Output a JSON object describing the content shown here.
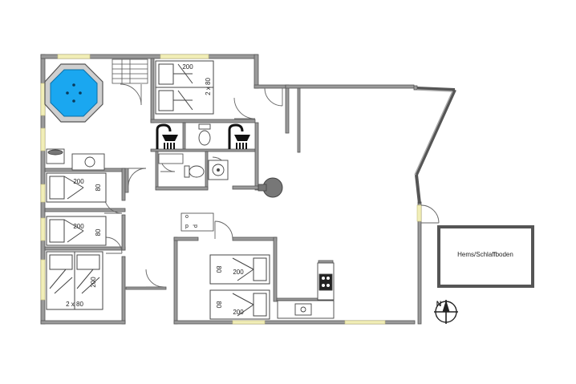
{
  "floorplan": {
    "loft_label": "Hems/Schlaffboden",
    "bed_labels": {
      "top_bed_length": "200",
      "top_bed_width": "2 x 80",
      "left_bed1_length": "200",
      "left_bed1_width": "80",
      "left_bed2_length": "200",
      "left_bed2_width": "80",
      "bottom_bed_length": "200",
      "bottom_bed_width": "2 x 80",
      "center_bed1_width": "80",
      "center_bed1_length": "200",
      "center_bed2_width": "80",
      "center_bed2_length": "200"
    },
    "appliance_labels": {
      "o": "o",
      "p": "p",
      "d": "d"
    },
    "compass_label": "N",
    "icons": [
      "hot-tub-icon",
      "shower-icon",
      "toilet-icon",
      "sink-icon",
      "stove-icon",
      "stove-icon",
      "compass-icon",
      "stairs-icon"
    ],
    "colors": {
      "wall": "#8a8a8a",
      "wall_stroke": "#555555",
      "tub_water": "#1aa7f0",
      "window": "#e8e3a0",
      "line": "#444444"
    }
  }
}
